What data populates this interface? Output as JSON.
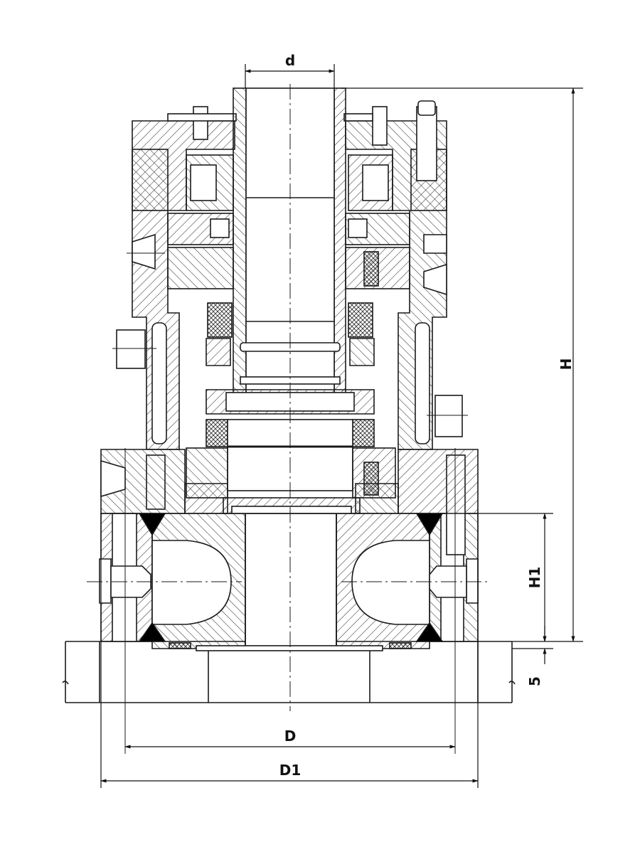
{
  "dimensions": {
    "shaft_diameter": "d",
    "overall_height": "H",
    "lower_housing_height": "H1",
    "gap": "5",
    "bolt_circle_diameter": "D",
    "outer_diameter": "D1"
  },
  "colors": {
    "line": "#1a1a1a",
    "hatch": "#444444",
    "background": "#ffffff",
    "seal_fill": "#000000"
  }
}
